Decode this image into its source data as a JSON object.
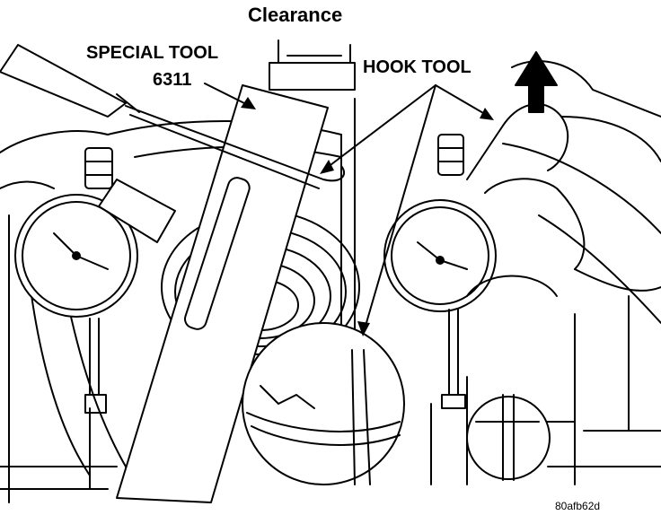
{
  "labels": {
    "title": "Clearance",
    "special_tool": "SPECIAL TOOL",
    "tool_number": "6311",
    "hook_tool": "HOOK TOOL",
    "figure_code": "80afb62d"
  },
  "colors": {
    "ink": "#000000",
    "paper": "#ffffff"
  }
}
